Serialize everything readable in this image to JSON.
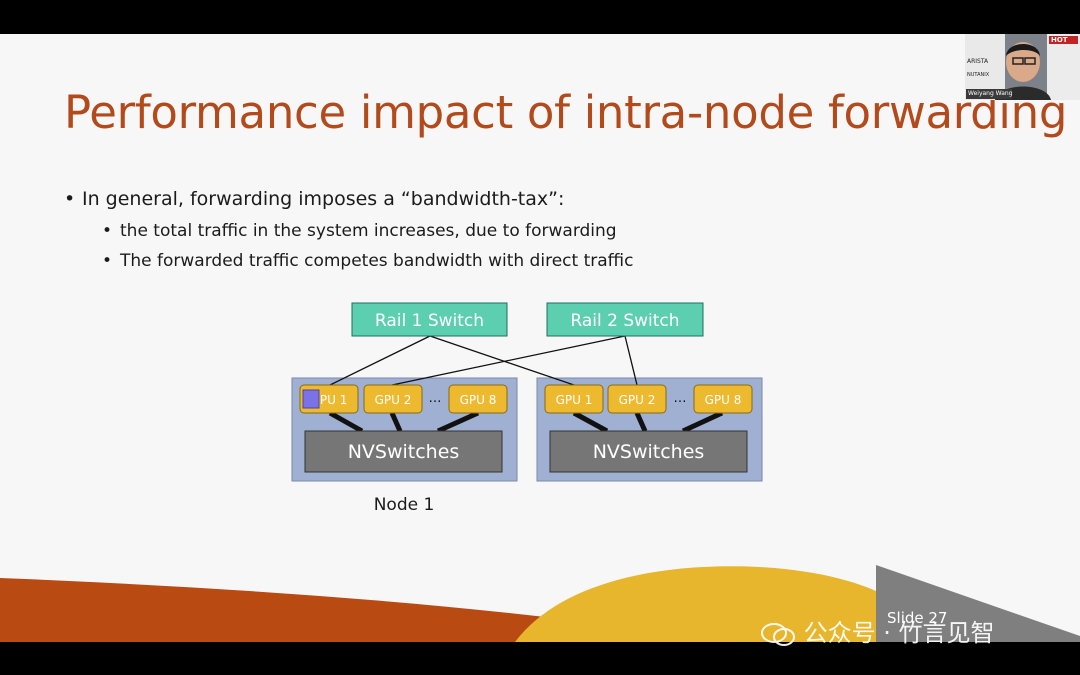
{
  "slide": {
    "title": "Performance impact of intra-node forwarding",
    "bullets": {
      "main": "In general, forwarding imposes a “bandwidth-tax”:",
      "sub1": "the total traffic in the system increases, due to forwarding",
      "sub2": "The forwarded traffic competes bandwidth with direct traffic"
    },
    "slide_number": "Slide 27"
  },
  "diagram": {
    "rail1": "Rail 1 Switch",
    "rail2": "Rail 2 Switch",
    "node1": {
      "gpus": [
        "GPU 1",
        "GPU 2",
        "GPU 8"
      ],
      "nvswitch": "NVSwitches",
      "label": "Node 1"
    },
    "node2": {
      "gpus": [
        "GPU 1",
        "GPU 2",
        "GPU 8"
      ],
      "nvswitch": "NVSwitches"
    },
    "ellipsis": "…"
  },
  "webcam": {
    "name": "Weiyang Wang",
    "sponsor_text": [
      "HOT",
      "ARISTA",
      "NUTANIX"
    ]
  },
  "watermark": "公众号 · 竹言见智",
  "colors": {
    "title": "#b24a1c",
    "rail_switch": "#5ccfb0",
    "gpu": "#edb92e",
    "node_bg": "#9fb0d2",
    "nvswitch": "#767676",
    "wave_orange": "#b84a12",
    "wave_yellow": "#e8b62c"
  }
}
